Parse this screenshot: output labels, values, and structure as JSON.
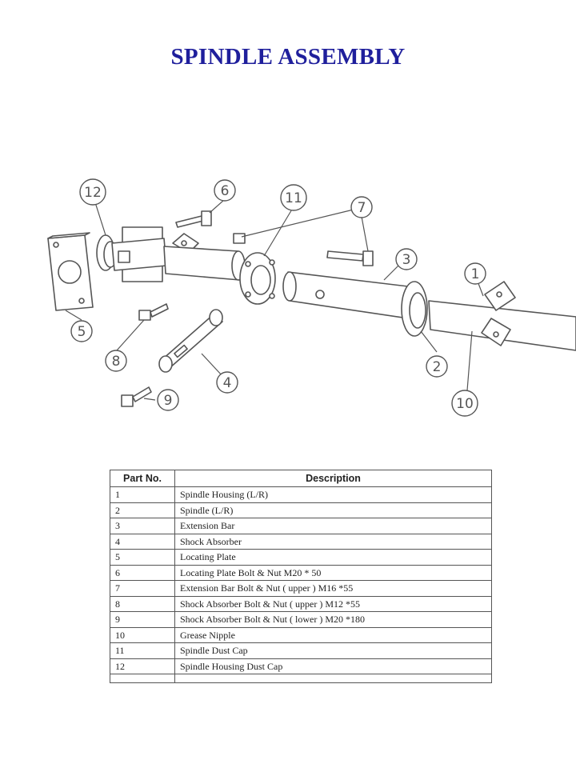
{
  "title": "SPINDLE ASSEMBLY",
  "diagram": {
    "callouts": [
      "1",
      "2",
      "3",
      "4",
      "5",
      "6",
      "7",
      "8",
      "9",
      "10",
      "11",
      "12"
    ]
  },
  "table": {
    "headers": [
      "Part No.",
      "Description"
    ],
    "rows": [
      {
        "no": "1",
        "desc": "Spindle Housing (L/R)"
      },
      {
        "no": "2",
        "desc": "Spindle (L/R)"
      },
      {
        "no": "3",
        "desc": "Extension Bar"
      },
      {
        "no": "4",
        "desc": "Shock Absorber"
      },
      {
        "no": "5",
        "desc": "Locating Plate"
      },
      {
        "no": "6",
        "desc": "Locating Plate Bolt  & Nut M20 * 50"
      },
      {
        "no": "7",
        "desc": "Extension Bar Bolt  & Nut ( upper ) M16 *55"
      },
      {
        "no": "8",
        "desc": "Shock Absorber Bolt  & Nut ( upper ) M12 *55"
      },
      {
        "no": "9",
        "desc": "Shock Absorber Bolt  & Nut ( lower ) M20 *180"
      },
      {
        "no": "10",
        "desc": "Grease Nipple"
      },
      {
        "no": "11",
        "desc": "Spindle Dust Cap"
      },
      {
        "no": "12",
        "desc": "Spindle Housing Dust Cap"
      }
    ]
  }
}
